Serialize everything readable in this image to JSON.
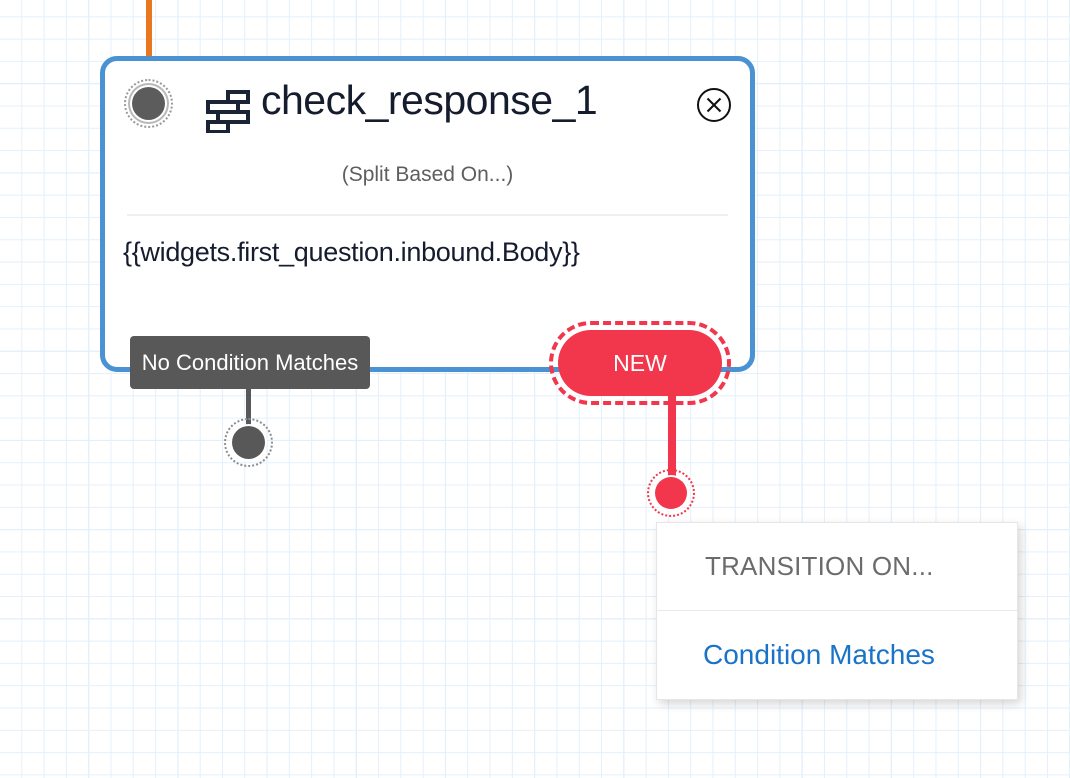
{
  "canvas": {
    "background_color": "#ffffff",
    "grid_color": "#e3f0fb",
    "grid_major_color": "#d3e6f7"
  },
  "incoming_connector": {
    "name": "incoming-wire",
    "color": "#e8771f"
  },
  "widget": {
    "title": "check_response_1",
    "subtitle": "(Split Based On...)",
    "expression": "{{widgets.first_question.inbound.Body}}",
    "border_color": "#4a92d2",
    "icon": "split-based-on-icon",
    "close_icon": "close-circle-icon",
    "input_dot_color": "#5c5c5c"
  },
  "transitions": [
    {
      "label": "No Condition Matches",
      "color": "#585858",
      "state": "default"
    },
    {
      "label": "NEW",
      "color": "#f2364c",
      "state": "selected"
    }
  ],
  "dropdown": {
    "header": "TRANSITION ON...",
    "header_color": "#6b6b6b",
    "items": [
      {
        "label": "Condition Matches",
        "color": "#1a73c7"
      }
    ]
  }
}
